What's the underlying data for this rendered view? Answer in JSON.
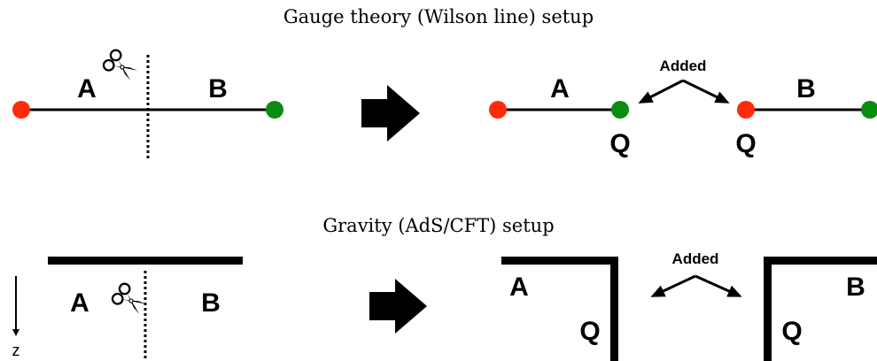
{
  "gauge": {
    "title": "Gauge theory (Wilson line) setup",
    "left": {
      "label_a": "A",
      "label_b": "B"
    },
    "right": {
      "label_a": "A",
      "label_b": "B",
      "added": "Added",
      "q_left": "Q",
      "q_right": "Q"
    }
  },
  "gravity": {
    "title": "Gravity (AdS/CFT) setup",
    "axis_label": "z",
    "left": {
      "label_a": "A",
      "label_b": "B"
    },
    "right": {
      "label_a": "A",
      "label_b": "B",
      "added": "Added",
      "q_left": "Q",
      "q_right": "Q"
    }
  },
  "colors": {
    "red_endpoint": "#ff2a0a",
    "green_endpoint": "#0a8c12",
    "line": "#000000"
  },
  "icons": [
    "scissors-icon",
    "right-arrow-icon",
    "double-arrow-icon",
    "down-arrow-icon"
  ]
}
